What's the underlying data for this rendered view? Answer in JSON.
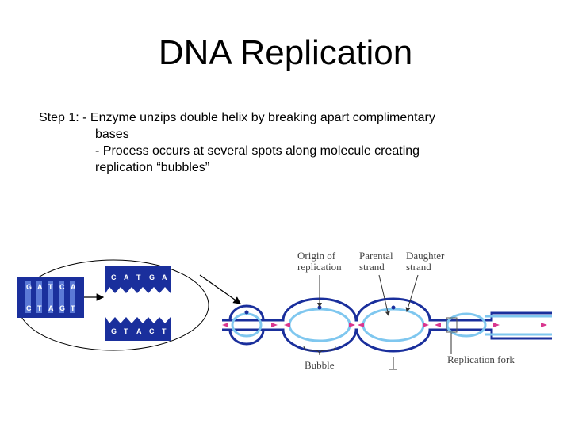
{
  "slide": {
    "title": "DNA Replication",
    "step_label": "Step 1:",
    "lines": [
      "- Enzyme unzips double helix by breaking apart complimentary",
      "bases",
      "- Process occurs at several spots along molecule creating",
      "replication “bubbles”"
    ]
  },
  "diagram": {
    "labels": {
      "origin_1": "Origin of",
      "origin_2": "replication",
      "parental_1": "Parental",
      "parental_2": "strand",
      "daughter_1": "Daughter",
      "daughter_2": "strand",
      "bubble": "Bubble",
      "fork": "Replication fork"
    },
    "left_bases_top": [
      "G",
      "A",
      "T",
      "C",
      "A"
    ],
    "left_bases_bottom": [
      "C",
      "T",
      "A",
      "G",
      "T"
    ],
    "split_top": [
      "C",
      "A",
      "T",
      "G",
      "A"
    ],
    "split_bottom": [
      "G",
      "T",
      "A",
      "C",
      "T"
    ],
    "colors": {
      "strand_blue": "#1a2f9c",
      "daughter_light": "#7fc7ef",
      "arrow_pink": "#d9368f"
    }
  }
}
